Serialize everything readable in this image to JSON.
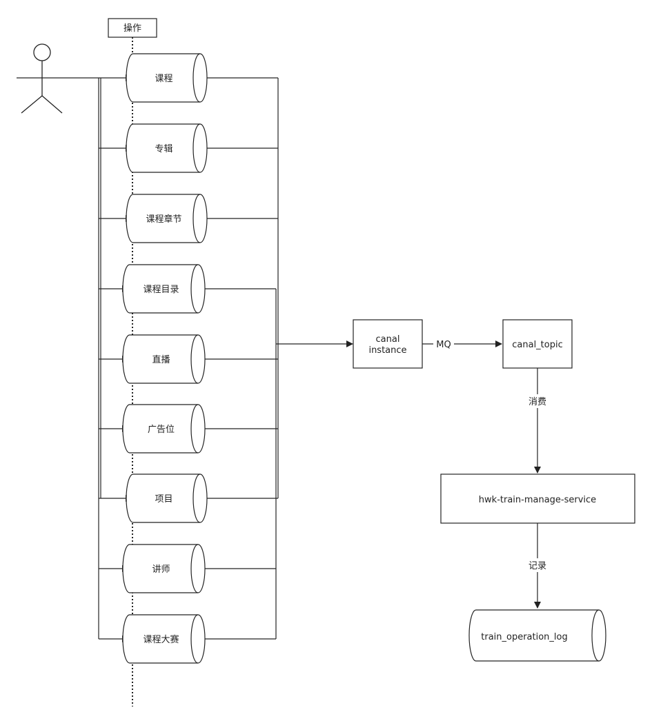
{
  "header_label": "操作",
  "tables": [
    {
      "label": "课程"
    },
    {
      "label": "专辑"
    },
    {
      "label": "课程章节"
    },
    {
      "label": "课程目录"
    },
    {
      "label": "直播"
    },
    {
      "label": "广告位"
    },
    {
      "label": "项目"
    },
    {
      "label": "讲师"
    },
    {
      "label": "课程大赛"
    }
  ],
  "canal_instance": {
    "line1": "canal",
    "line2": "instance"
  },
  "mq_label": "MQ",
  "canal_topic": "canal_topic",
  "consume_label": "消费",
  "service": "hwk-train-manage-service",
  "record_label": "记录",
  "log_table": "train_operation_log"
}
